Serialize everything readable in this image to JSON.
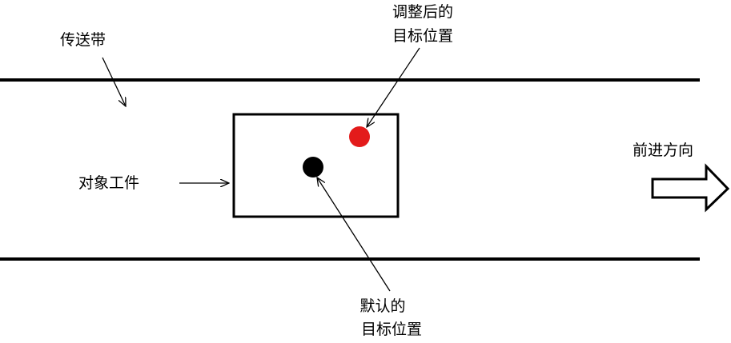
{
  "labels": {
    "conveyor": "传送带",
    "workpiece": "对象工件",
    "adjusted_line1": "调整后的",
    "adjusted_line2": "目标位置",
    "default_line1": "默认的",
    "default_line2": "目标位置",
    "direction": "前进方向"
  },
  "colors": {
    "stroke": "#000000",
    "adjusted_target": "#e31b1b",
    "default_target": "#000000",
    "background": "#ffffff"
  },
  "icons": {
    "direction_arrow": "hollow-right-arrow-icon"
  }
}
